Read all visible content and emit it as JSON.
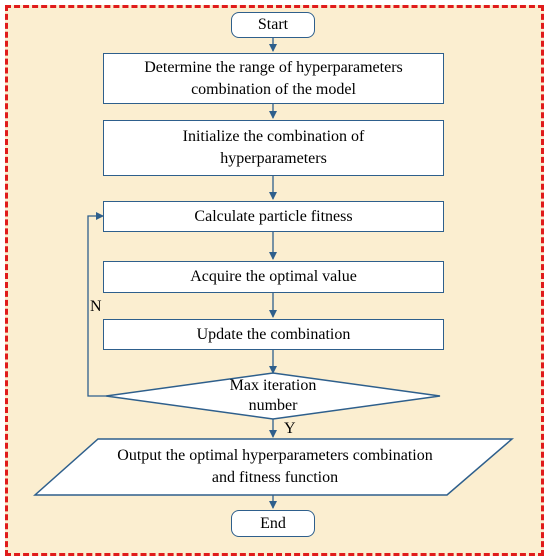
{
  "flowchart": {
    "start": "Start",
    "step1": "Determine the range of hyperparameters combination of the model",
    "step2": "Initialize the combination of hyperparameters",
    "step3": "Calculate particle fitness",
    "step4": "Acquire the optimal value",
    "step5": "Update the combination",
    "decision": "Max iteration number",
    "output": "Output the optimal hyperparameters combination and fitness function",
    "end": "End",
    "label_no": "N",
    "label_yes": "Y"
  },
  "colors": {
    "frame_border": "#e01b1b",
    "frame_fill": "#fbeed0",
    "shape_stroke": "#2e5f8c",
    "connector": "#2e5f8c"
  }
}
